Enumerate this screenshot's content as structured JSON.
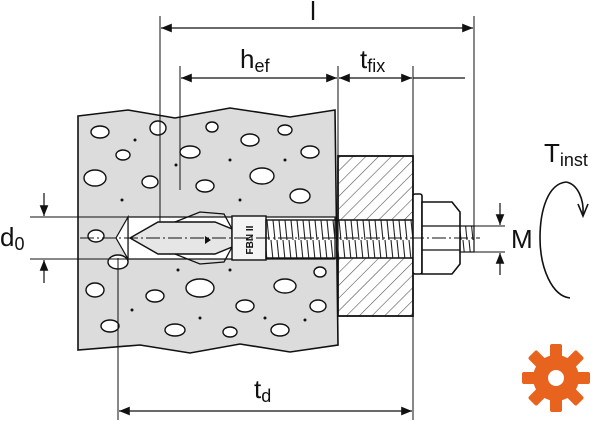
{
  "labels": {
    "l": "l",
    "hef_main": "h",
    "hef_sub": "ef",
    "tfix_main": "t",
    "tfix_sub": "fix",
    "tinst_main": "T",
    "tinst_sub": "inst",
    "d0_main": "d",
    "d0_sub": "0",
    "m": "M",
    "td_main": "t",
    "td_sub": "d",
    "anchor_mark": "FBN II"
  },
  "colors": {
    "line": "#111111",
    "concrete": "#dcdcdc",
    "fixture_hatch": "#555555",
    "logo": "#e8641e"
  },
  "icons": [
    "gear-logo-icon",
    "rotation-arrow-icon"
  ]
}
